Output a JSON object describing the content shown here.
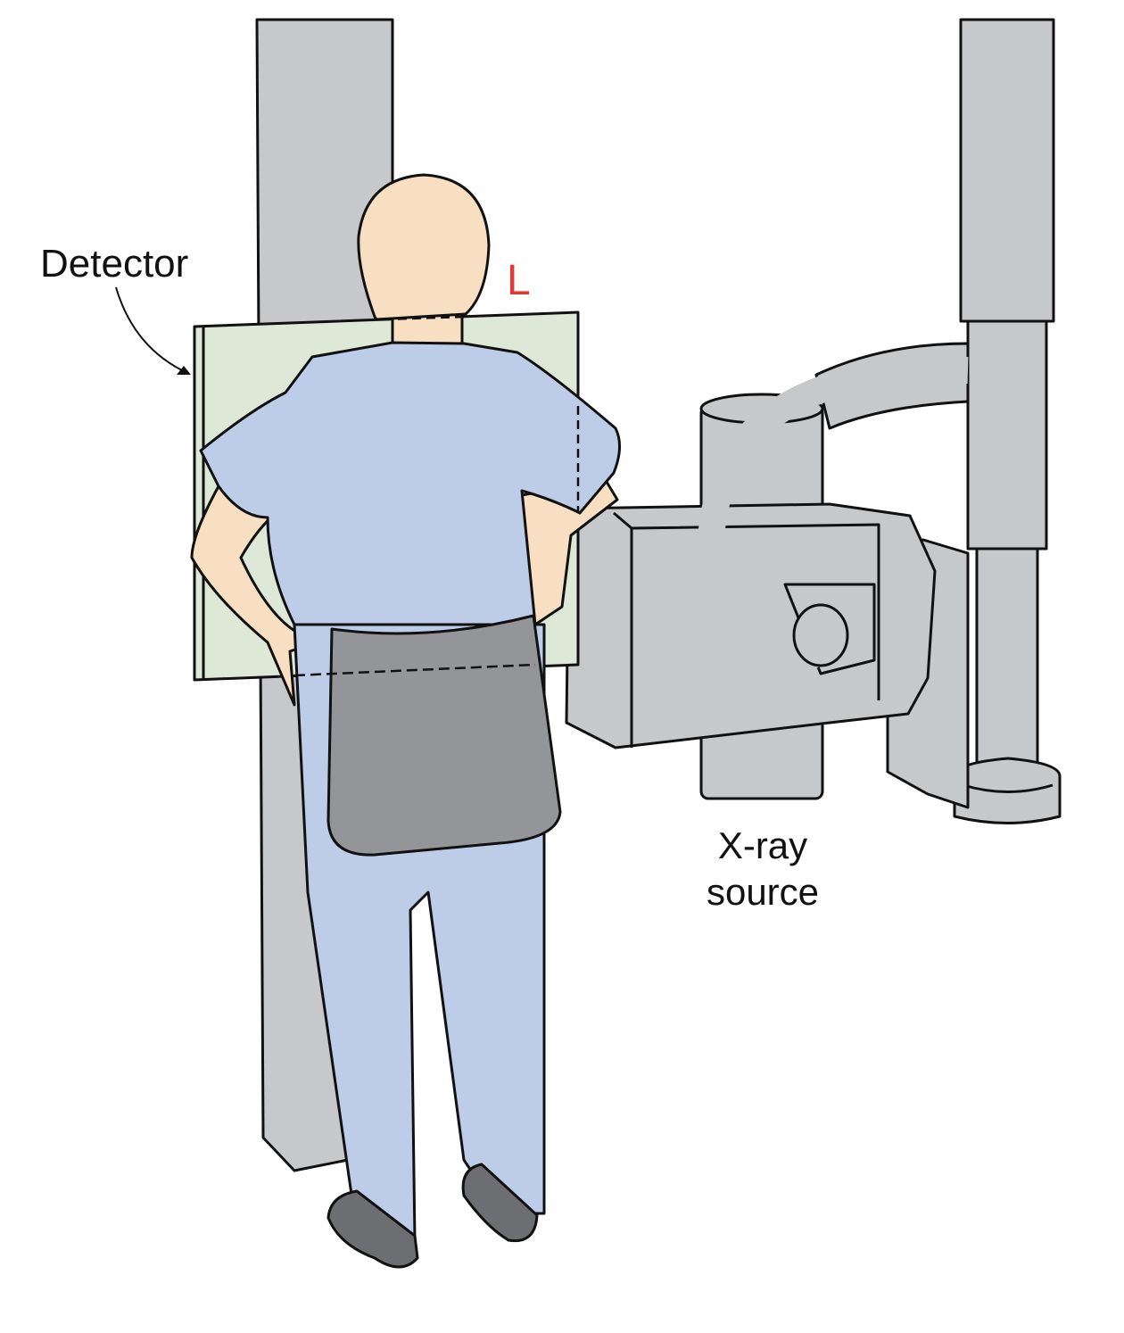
{
  "labels": {
    "detector": "Detector",
    "side_marker": "L",
    "source_line1": "X-ray",
    "source_line2": "source"
  },
  "colors": {
    "equipment": "#c7c8ca",
    "skin": "#f8dfc2",
    "gown": "#bdcde8",
    "detector": "#dde8d6",
    "apron": "#939598",
    "shoes": "#6d6e71",
    "marker": "#e03a36"
  }
}
